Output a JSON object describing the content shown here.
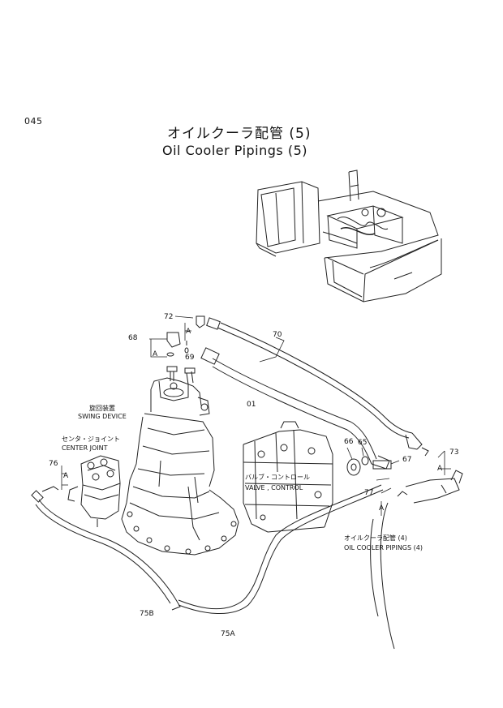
{
  "page_number": "045",
  "title_jp": "オイルクーラ配管 (5)",
  "title_en": "Oil Cooler Pipings (5)",
  "labels": {
    "swing_device_jp": "旋回装置",
    "swing_device_en": "SWING DEVICE",
    "center_joint_jp": "センタ・ジョイント",
    "center_joint_en": "CENTER JOINT",
    "valve_control": "バルブ・コントロール\nVALVE , CONTROL",
    "valve_control_jp": "バルブ・コントロール",
    "valve_control_en": "VALVE , CONTROL",
    "oil_cooler_ref_jp": "オイルクーラ配管 (4)",
    "oil_cooler_ref_en": "OIL COOLER PIPINGS (4)"
  },
  "part_numbers": {
    "p72": "72",
    "p68": "68",
    "p69": "69",
    "p70": "70",
    "p01": "01",
    "p66": "66",
    "p65": "65",
    "p67": "67",
    "p73": "73",
    "p76": "76",
    "p77": "77",
    "p75b": "75B",
    "p75a": "75A",
    "a1": "A",
    "a2": "A",
    "a3": "A",
    "a4": "A",
    "a5": "A"
  }
}
